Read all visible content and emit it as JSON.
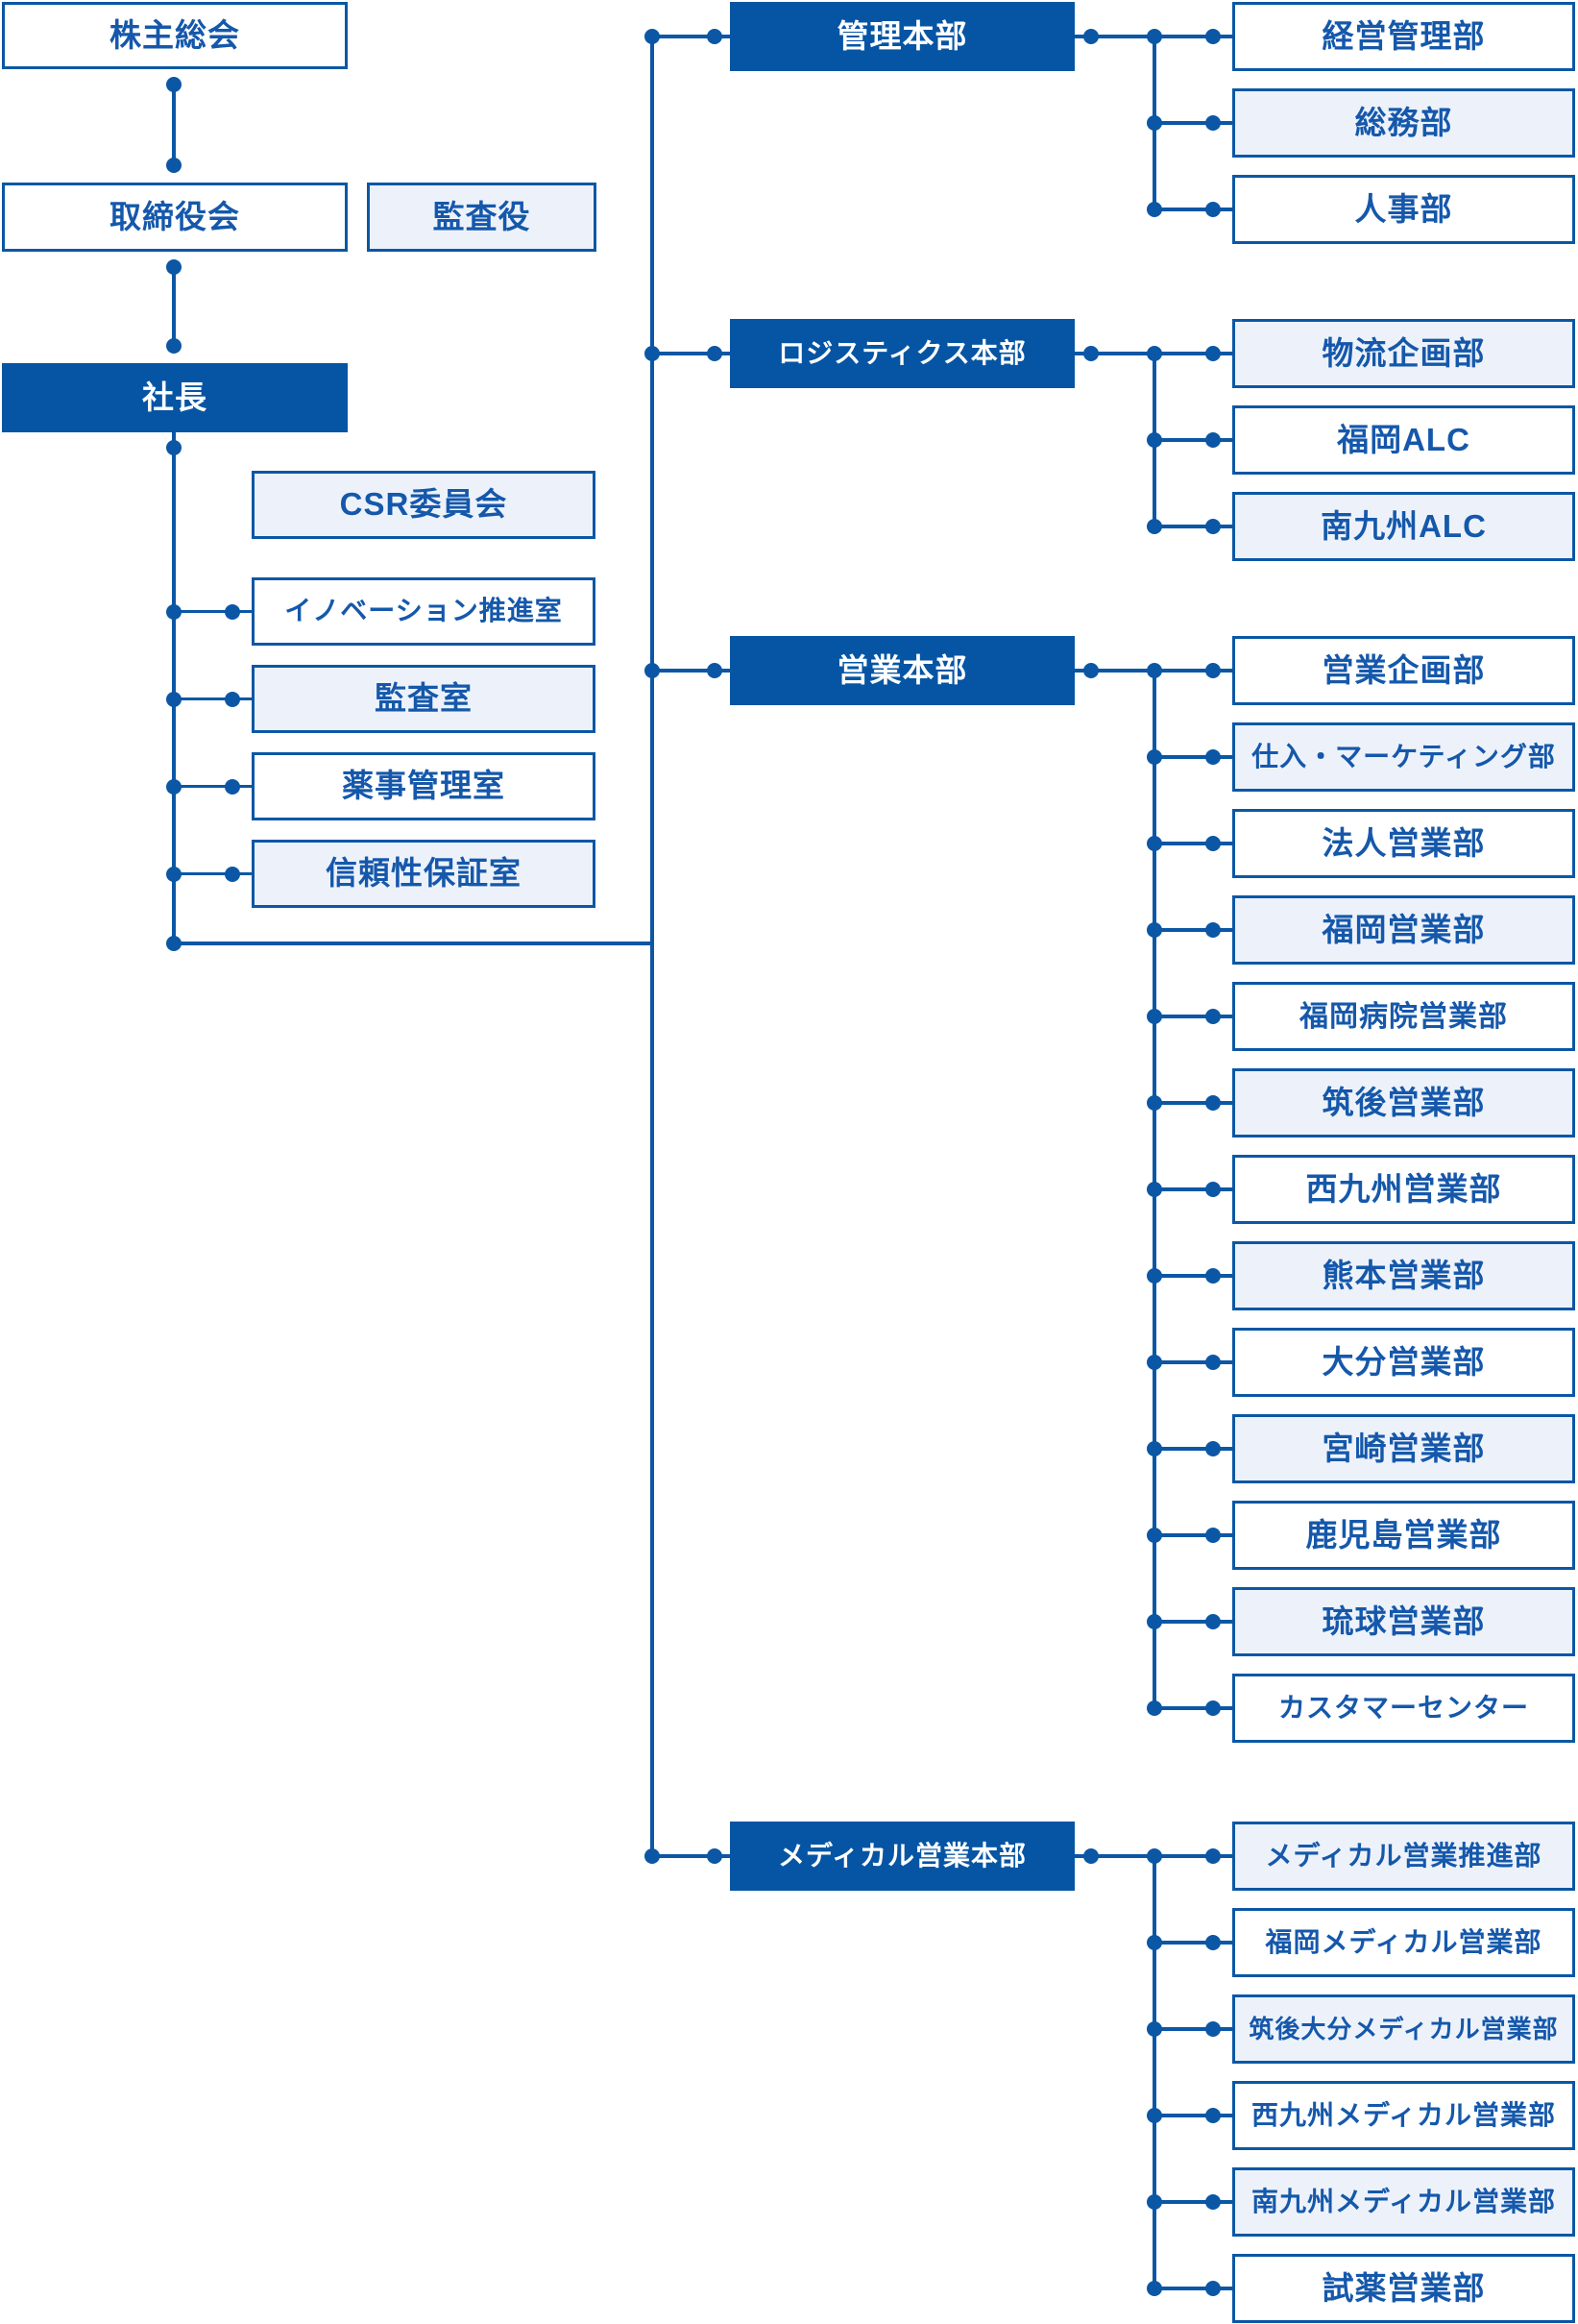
{
  "palette": {
    "primary_blue": "#0655a4",
    "line_blue": "#0b57a5",
    "text_blue": "#1558ab",
    "tint_bg": "#edf2fa",
    "white_bg": "#ffffff"
  },
  "org": {
    "governance_chain": [
      {
        "label": "株主総会",
        "variant": "white"
      },
      {
        "label": "取締役会",
        "variant": "white"
      },
      {
        "label": "社長",
        "variant": "dark"
      }
    ],
    "auditor": {
      "label": "監査役",
      "variant": "tint"
    },
    "staff_offices": [
      {
        "label": "CSR委員会",
        "variant": "tint",
        "connected": false
      },
      {
        "label": "イノベーション推進室",
        "variant": "white",
        "connected": true
      },
      {
        "label": "監査室",
        "variant": "tint",
        "connected": true
      },
      {
        "label": "薬事管理室",
        "variant": "white",
        "connected": true
      },
      {
        "label": "信頼性保証室",
        "variant": "tint",
        "connected": true
      }
    ],
    "divisions": [
      {
        "label": "管理本部",
        "name": "admin-hq",
        "departments": [
          {
            "label": "経営管理部",
            "variant": "white",
            "name": "management-planning-dept"
          },
          {
            "label": "総務部",
            "variant": "tint",
            "name": "general-affairs-dept"
          },
          {
            "label": "人事部",
            "variant": "white",
            "name": "hr-dept"
          }
        ]
      },
      {
        "label": "ロジスティクス本部",
        "name": "logistics-hq",
        "departments": [
          {
            "label": "物流企画部",
            "variant": "tint",
            "name": "logistics-planning-dept"
          },
          {
            "label": "福岡ALC",
            "variant": "white",
            "name": "fukuoka-alc"
          },
          {
            "label": "南九州ALC",
            "variant": "tint",
            "name": "minami-kyushu-alc"
          }
        ]
      },
      {
        "label": "営業本部",
        "name": "sales-hq",
        "departments": [
          {
            "label": "営業企画部",
            "variant": "white",
            "name": "sales-planning-dept"
          },
          {
            "label": "仕入・マーケティング部",
            "variant": "tint",
            "name": "purchasing-marketing-dept"
          },
          {
            "label": "法人営業部",
            "variant": "white",
            "name": "corporate-sales-dept"
          },
          {
            "label": "福岡営業部",
            "variant": "tint",
            "name": "fukuoka-sales-dept"
          },
          {
            "label": "福岡病院営業部",
            "variant": "white",
            "name": "fukuoka-hospital-sales-dept"
          },
          {
            "label": "筑後営業部",
            "variant": "tint",
            "name": "chikugo-sales-dept"
          },
          {
            "label": "西九州営業部",
            "variant": "white",
            "name": "nishi-kyushu-sales-dept"
          },
          {
            "label": "熊本営業部",
            "variant": "tint",
            "name": "kumamoto-sales-dept"
          },
          {
            "label": "大分営業部",
            "variant": "white",
            "name": "oita-sales-dept"
          },
          {
            "label": "宮崎営業部",
            "variant": "tint",
            "name": "miyazaki-sales-dept"
          },
          {
            "label": "鹿児島営業部",
            "variant": "white",
            "name": "kagoshima-sales-dept"
          },
          {
            "label": "琉球営業部",
            "variant": "tint",
            "name": "ryukyu-sales-dept"
          },
          {
            "label": "カスタマーセンター",
            "variant": "white",
            "name": "customer-center"
          }
        ]
      },
      {
        "label": "メディカル営業本部",
        "name": "medical-sales-hq",
        "departments": [
          {
            "label": "メディカル営業推進部",
            "variant": "tint",
            "name": "medical-sales-promotion-dept"
          },
          {
            "label": "福岡メディカル営業部",
            "variant": "white",
            "name": "fukuoka-medical-sales-dept"
          },
          {
            "label": "筑後大分メディカル営業部",
            "variant": "tint",
            "name": "chikugo-oita-medical-sales-dept"
          },
          {
            "label": "西九州メディカル営業部",
            "variant": "white",
            "name": "nishi-kyushu-medical-sales-dept"
          },
          {
            "label": "南九州メディカル営業部",
            "variant": "tint",
            "name": "minami-kyushu-medical-sales-dept"
          },
          {
            "label": "試薬営業部",
            "variant": "white",
            "name": "reagent-sales-dept"
          }
        ]
      }
    ]
  }
}
